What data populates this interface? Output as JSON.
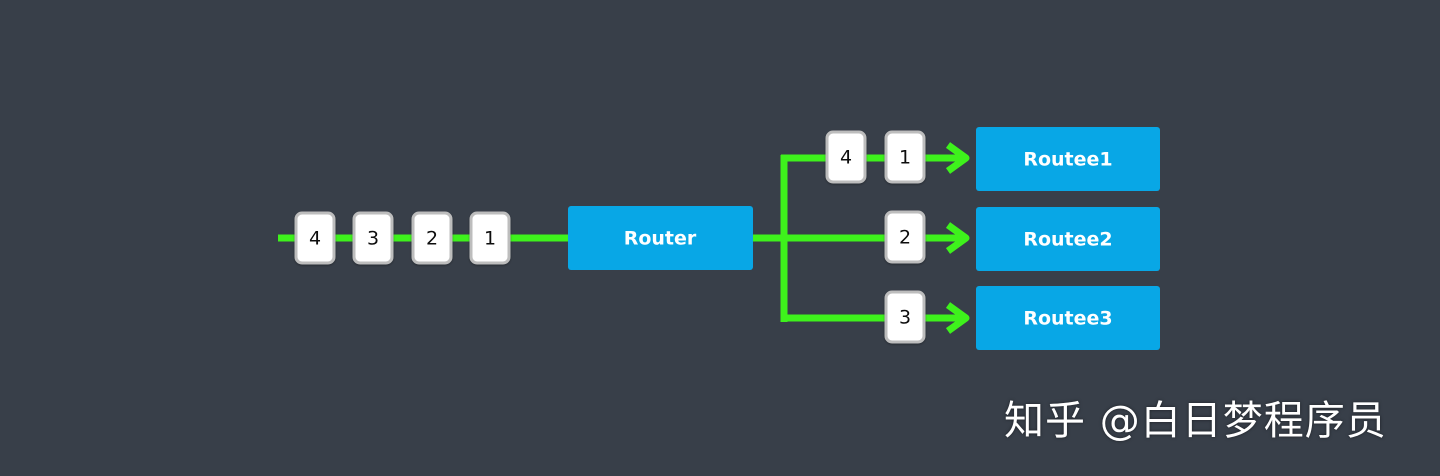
{
  "colors": {
    "background": "#383f49",
    "node": "#08a7e6",
    "flow": "#3ef21c",
    "message_fill": "#ffffff",
    "message_border": "#bdbdbd"
  },
  "router": {
    "label": "Router"
  },
  "routees": [
    {
      "label": "Routee1"
    },
    {
      "label": "Routee2"
    },
    {
      "label": "Routee3"
    }
  ],
  "incoming_messages": [
    "4",
    "3",
    "2",
    "1"
  ],
  "routee1_messages": [
    "4",
    "1"
  ],
  "routee2_messages": [
    "2"
  ],
  "routee3_messages": [
    "3"
  ],
  "watermark": "知乎 @白日梦程序员"
}
